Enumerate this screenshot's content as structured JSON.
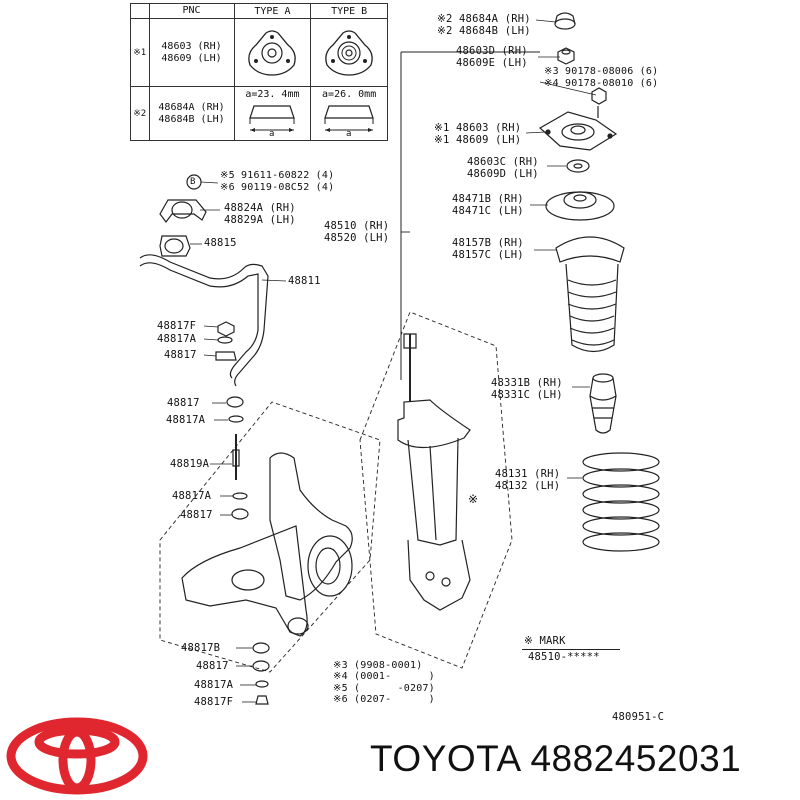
{
  "table": {
    "header_pnc": "PNC",
    "header_type_a": "TYPE  A",
    "header_type_b": "TYPE  B",
    "row1_mark": "※1",
    "row1_pnc": "48603 (RH)\n48609 (LH)",
    "row2_mark": "※2",
    "row2_pnc": "48684A (RH)\n48684B (LH)",
    "row2_type_a": "a=23. 4mm",
    "row2_type_b": "a=26. 0mm",
    "dim_letter": "a"
  },
  "labels": {
    "l_48684": "※2 48684A (RH)\n※2 48684B (LH)",
    "l_48603d": "48603D (RH)\n48609E (LH)",
    "l_90178": "※3 90178-08006 (6)\n※4 90178-08010 (6)",
    "l_48603": "※1 48603 (RH)\n※1 48609 (LH)",
    "l_48603c": "48603C (RH)\n48609D (LH)",
    "l_48471": "48471B (RH)\n48471C (LH)",
    "l_48157": "48157B (RH)\n48157C (LH)",
    "l_48331": "48331B (RH)\n48331C (LH)",
    "l_48131": "48131 (RH)\n48132 (LH)",
    "l_91611": "※5 91611-60822 (4)\n※6 90119-08C52 (4)",
    "l_48824": "48824A (RH)\n48829A (LH)",
    "l_48815": "48815",
    "l_48510": "48510 (RH)\n48520 (LH)",
    "l_48811": "48811",
    "l_48817f_top": "48817F",
    "l_48817a_top": "48817A",
    "l_48817_top": "48817",
    "l_48817_2": "48817",
    "l_48817a_2": "48817A",
    "l_48819a": "48819A",
    "l_48817a_3": "48817A",
    "l_48817_3": "48817",
    "l_48817b": "48817B",
    "l_48817_4": "48817",
    "l_48817a_4": "48817A",
    "l_48817f_4": "48817F",
    "b_letter": "B",
    "asterisk": "※",
    "mark_title": "※ MARK",
    "mark_value": "48510-*****",
    "notes": "※3 (9908-0001)\n※4 (0001-      )\n※5 (      -0207)\n※6 (0207-      )"
  },
  "footer": {
    "code": "480951-C",
    "brand": "TOYOTA 4882452031"
  },
  "colors": {
    "logo_red": "#e0262e",
    "ink": "#111111"
  }
}
